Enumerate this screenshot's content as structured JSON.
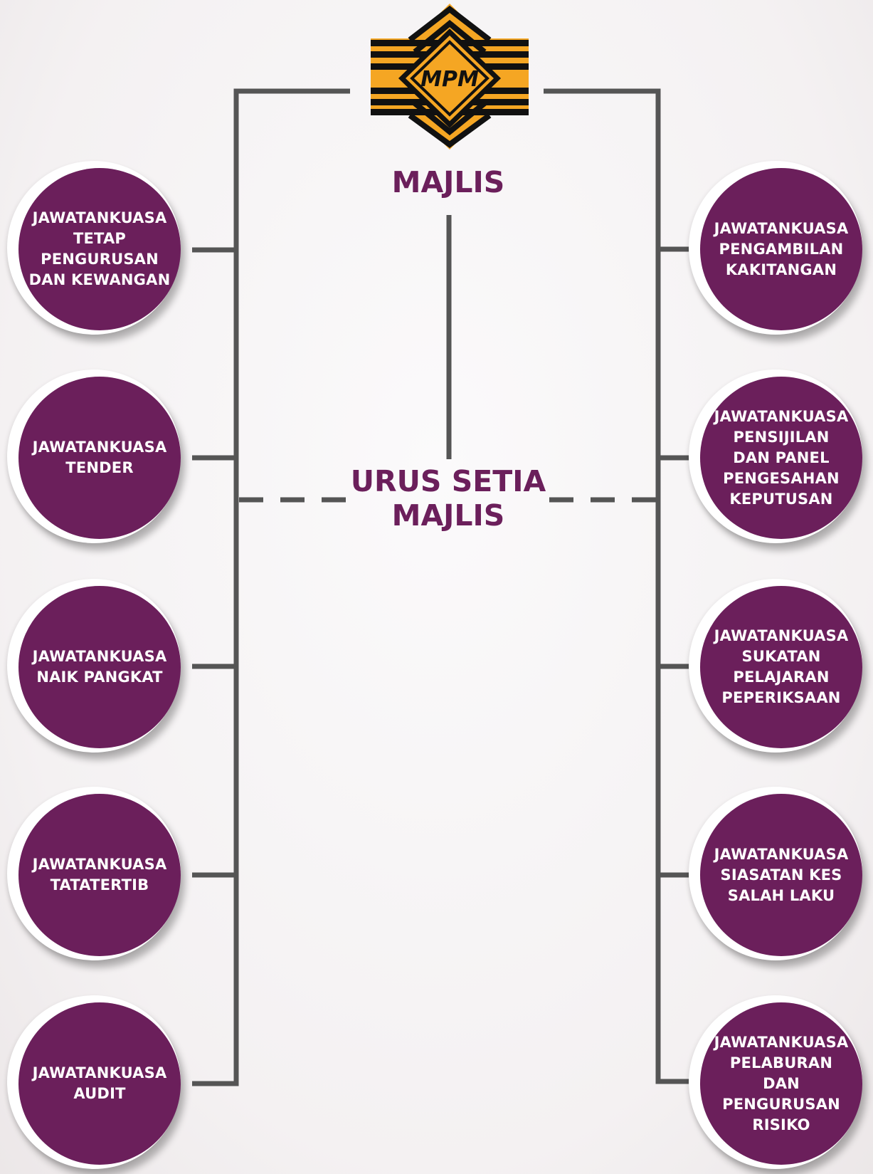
{
  "logo": {
    "text": "MPM",
    "colors": {
      "primary": "#f5a623",
      "stripe": "#000000"
    }
  },
  "header": {
    "title": "MAJLIS"
  },
  "secretariat": {
    "title": "URUS SETIA\nMAJLIS"
  },
  "colors": {
    "circle_fill": "#6b1f5b",
    "title_text": "#6b1f5b",
    "connector_line": "#555555"
  },
  "committees": {
    "left": [
      {
        "label": "JAWATANKUASA\nTETAP\nPENGURUSAN\nDAN KEWANGAN"
      },
      {
        "label": "JAWATANKUASA\nTENDER"
      },
      {
        "label": "JAWATANKUASA\nNAIK PANGKAT"
      },
      {
        "label": "JAWATANKUASA\nTATATERTIB"
      },
      {
        "label": "JAWATANKUASA\nAUDIT"
      }
    ],
    "right": [
      {
        "label": "JAWATANKUASA\nPENGAMBILAN\nKAKITANGAN"
      },
      {
        "label": "JAWATANKUASA\nPENSIJILAN\nDAN PANEL\nPENGESAHAN\nKEPUTUSAN"
      },
      {
        "label": "JAWATANKUASA\nSUKATAN\nPELAJARAN\nPEPERIKSAAN"
      },
      {
        "label": "JAWATANKUASA\nSIASATAN KES\nSALAH LAKU"
      },
      {
        "label": "JAWATANKUASA\nPELABURAN DAN\nPENGURUSAN\nRISIKO"
      }
    ]
  }
}
